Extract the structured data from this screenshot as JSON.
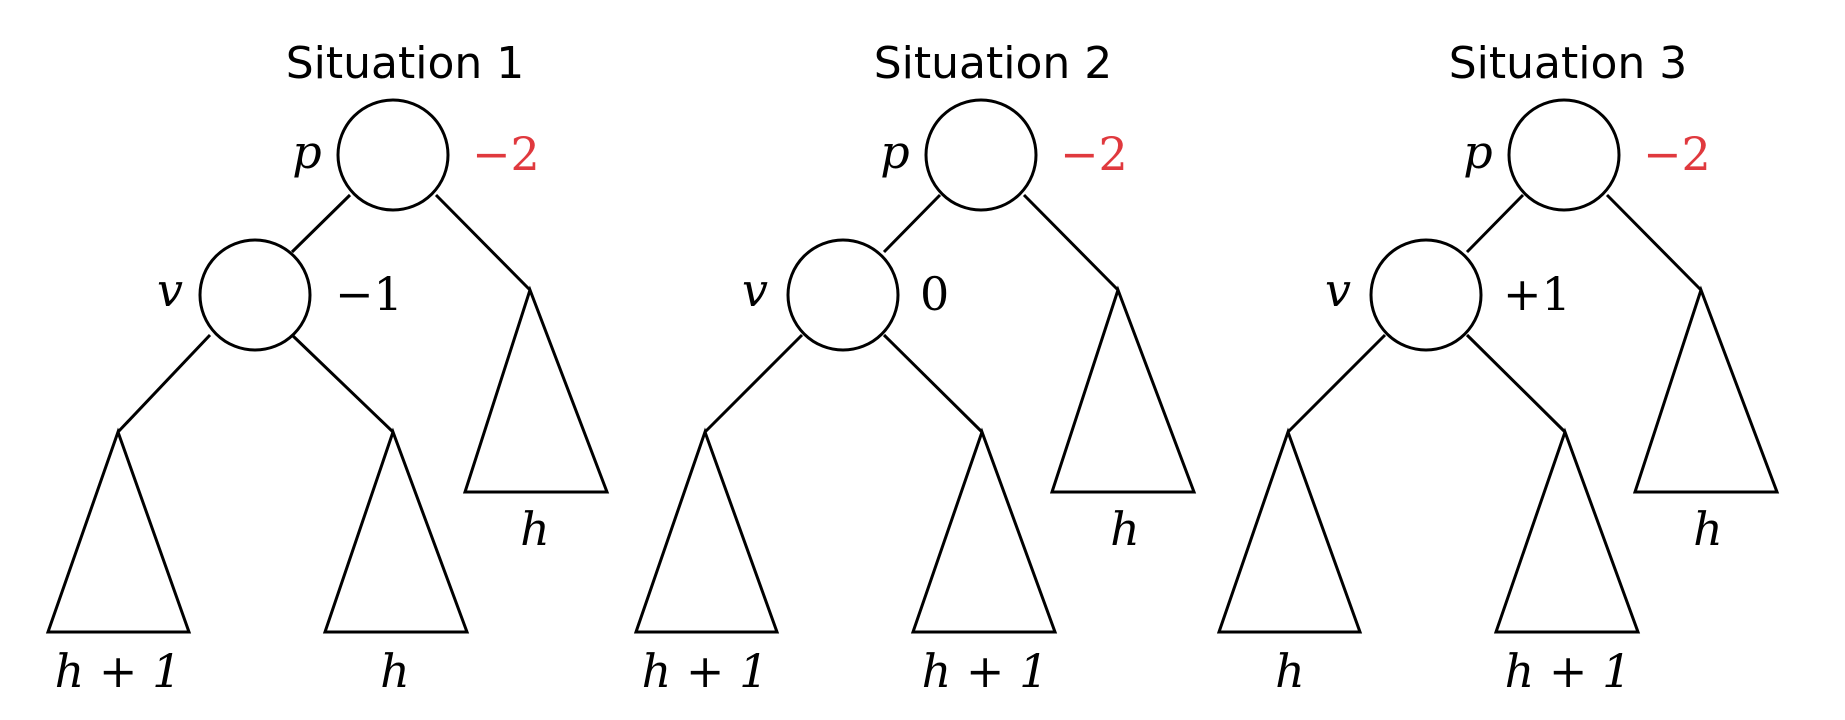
{
  "colors": {
    "critical": "#e0393e",
    "stroke": "#000000"
  },
  "situations": [
    {
      "title": "Situation 1",
      "p_label": "p",
      "p_balance": "−2",
      "v_label": "v",
      "v_balance": "−1",
      "right_height": "h",
      "v_left_height": "h + 1",
      "v_right_height": "h"
    },
    {
      "title": "Situation 2",
      "p_label": "p",
      "p_balance": "−2",
      "v_label": "v",
      "v_balance": "0",
      "right_height": "h",
      "v_left_height": "h + 1",
      "v_right_height": "h + 1"
    },
    {
      "title": "Situation 3",
      "p_label": "p",
      "p_balance": "−2",
      "v_label": "v",
      "v_balance": "+1",
      "right_height": "h",
      "v_left_height": "h",
      "v_right_height": "h + 1"
    }
  ]
}
